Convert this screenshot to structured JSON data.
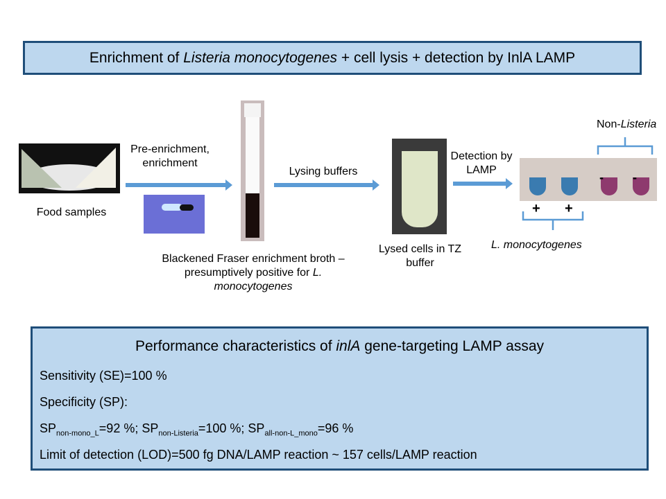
{
  "title": {
    "pre": "Enrichment of ",
    "italic": "Listeria monocytogenes",
    "post": " + cell lysis + detection by InlA LAMP"
  },
  "steps": {
    "food": "Food samples",
    "pre_enrichment": "Pre-enrichment, enrichment",
    "broth_pre": "Blackened Fraser enrichment broth – presumptively positive for ",
    "broth_italic": "L. monocytogenes",
    "lysing": "Lysing buffers",
    "lysed": "Lysed cells in TZ buffer",
    "detection": "Detection by LAMP",
    "non_listeria_pre": "Non-",
    "non_listeria_italic": "Listeria",
    "lmono": "L. monocytogenes",
    "plus": "+",
    "minus": "-"
  },
  "performance": {
    "heading_pre": "Performance characteristics of ",
    "heading_italic": "inlA",
    "heading_post": " gene-targeting LAMP assay",
    "sensitivity": "Sensitivity (SE)=100 %",
    "specificity": "Specificity (SP):",
    "sp1_sub": "non-mono_L",
    "sp1_val": "=92 %; SP",
    "sp2_sub": "non-Listeria",
    "sp2_val": "=100 %; SP",
    "sp3_sub": "all-non-L_mono",
    "sp3_val": "=96 %",
    "sp_prefix": "SP",
    "lod": "Limit of detection (LOD)=500 fg DNA/LAMP  reaction ~ 157 cells/LAMP reaction"
  }
}
